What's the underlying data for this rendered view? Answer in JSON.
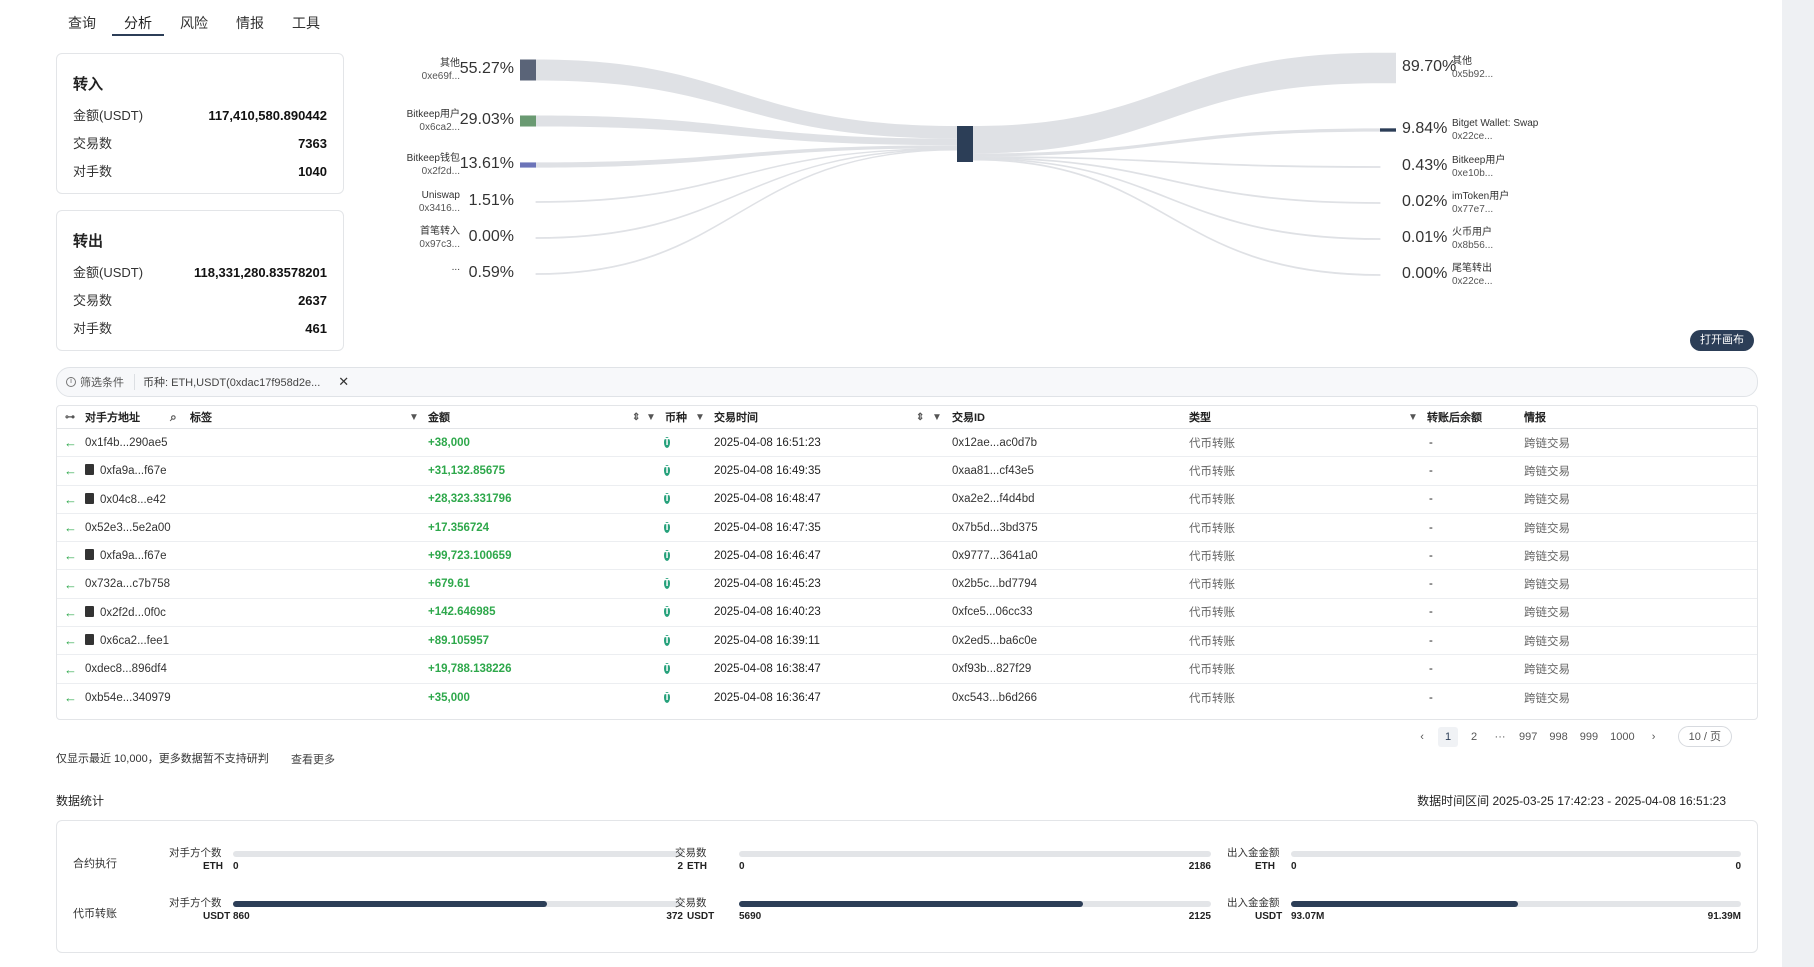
{
  "tabs": [
    "查询",
    "分析",
    "风险",
    "情报",
    "工具"
  ],
  "inbound": {
    "title": "转入",
    "rows": [
      {
        "k": "金额(USDT)",
        "v": "117,410,580.890442"
      },
      {
        "k": "交易数",
        "v": "7363"
      },
      {
        "k": "对手数",
        "v": "1040"
      }
    ]
  },
  "outbound": {
    "title": "转出",
    "rows": [
      {
        "k": "金额(USDT)",
        "v": "118,331,280.83578201"
      },
      {
        "k": "交易数",
        "v": "2637"
      },
      {
        "k": "对手数",
        "v": "461"
      }
    ]
  },
  "sankey": {
    "left": [
      {
        "name": "其他",
        "addr": "0xe69f...",
        "pct": "55.27%",
        "value": 55.27,
        "color": "#5a6478"
      },
      {
        "name": "Bitkeep用户",
        "addr": "0x6ca2...",
        "pct": "29.03%",
        "value": 29.03,
        "color": "#6a9a72"
      },
      {
        "name": "Bitkeep钱包",
        "addr": "0x2f2d...",
        "pct": "13.61%",
        "value": 13.61,
        "color": "#6c74b8"
      },
      {
        "name": "Uniswap",
        "addr": "0x3416...",
        "pct": "1.51%",
        "value": 1.51,
        "color": "#c33"
      },
      {
        "name": "首笔转入",
        "addr": "0x97c3...",
        "pct": "0.00%",
        "value": 0.0,
        "color": "#999"
      },
      {
        "name": "...",
        "addr": "",
        "pct": "0.59%",
        "value": 0.59,
        "color": "#999"
      }
    ],
    "right": [
      {
        "name": "其他",
        "addr": "0x5b92...",
        "pct": "89.70%",
        "value": 89.7,
        "color": "#dfe1e5"
      },
      {
        "name": "Bitget Wallet: Swap",
        "addr": "0x22ce...",
        "pct": "9.84%",
        "value": 9.84,
        "color": "#2c3e57"
      },
      {
        "name": "Bitkeep用户",
        "addr": "0xe10b...",
        "pct": "0.43%",
        "value": 0.43,
        "color": "#999"
      },
      {
        "name": "imToken用户",
        "addr": "0x77e7...",
        "pct": "0.02%",
        "value": 0.02,
        "color": "#999"
      },
      {
        "name": "火币用户",
        "addr": "0x8b56...",
        "pct": "0.01%",
        "value": 0.01,
        "color": "#999"
      },
      {
        "name": "尾笔转出",
        "addr": "0x22ce...",
        "pct": "0.00%",
        "value": 0.0,
        "color": "#999"
      }
    ]
  },
  "canvas_button": "打开画布",
  "filter": {
    "label": "筛选条件",
    "chip": "币种: ETH,USDT(0xdac17f958d2e..."
  },
  "table": {
    "headers": {
      "addr": "对手方地址",
      "tag": "标签",
      "amount": "金额",
      "coin": "币种",
      "time": "交易时间",
      "txid": "交易ID",
      "type": "类型",
      "balance": "转账后余额",
      "intel": "情报"
    },
    "rows": [
      {
        "addr": "0x1f4b...290ae5",
        "doc": false,
        "amount": "+38,000",
        "time": "2025-04-08 16:51:23",
        "txid": "0x12ae...ac0d7b",
        "type": "代币转账",
        "balance": "-",
        "intel": "跨链交易"
      },
      {
        "addr": "0xfa9a...f67e",
        "doc": true,
        "amount": "+31,132.85675",
        "time": "2025-04-08 16:49:35",
        "txid": "0xaa81...cf43e5",
        "type": "代币转账",
        "balance": "-",
        "intel": "跨链交易"
      },
      {
        "addr": "0x04c8...e42",
        "doc": true,
        "amount": "+28,323.331796",
        "time": "2025-04-08 16:48:47",
        "txid": "0xa2e2...f4d4bd",
        "type": "代币转账",
        "balance": "-",
        "intel": "跨链交易"
      },
      {
        "addr": "0x52e3...5e2a00",
        "doc": false,
        "amount": "+17.356724",
        "time": "2025-04-08 16:47:35",
        "txid": "0x7b5d...3bd375",
        "type": "代币转账",
        "balance": "-",
        "intel": "跨链交易"
      },
      {
        "addr": "0xfa9a...f67e",
        "doc": true,
        "amount": "+99,723.100659",
        "time": "2025-04-08 16:46:47",
        "txid": "0x9777...3641a0",
        "type": "代币转账",
        "balance": "-",
        "intel": "跨链交易"
      },
      {
        "addr": "0x732a...c7b758",
        "doc": false,
        "amount": "+679.61",
        "time": "2025-04-08 16:45:23",
        "txid": "0x2b5c...bd7794",
        "type": "代币转账",
        "balance": "-",
        "intel": "跨链交易"
      },
      {
        "addr": "0x2f2d...0f0c",
        "doc": true,
        "amount": "+142.646985",
        "time": "2025-04-08 16:40:23",
        "txid": "0xfce5...06cc33",
        "type": "代币转账",
        "balance": "-",
        "intel": "跨链交易"
      },
      {
        "addr": "0x6ca2...fee1",
        "doc": true,
        "amount": "+89.105957",
        "time": "2025-04-08 16:39:11",
        "txid": "0x2ed5...ba6c0e",
        "type": "代币转账",
        "balance": "-",
        "intel": "跨链交易"
      },
      {
        "addr": "0xdec8...896df4",
        "doc": false,
        "amount": "+19,788.138226",
        "time": "2025-04-08 16:38:47",
        "txid": "0xf93b...827f29",
        "type": "代币转账",
        "balance": "-",
        "intel": "跨链交易"
      },
      {
        "addr": "0xb54e...340979",
        "doc": false,
        "amount": "+35,000",
        "time": "2025-04-08 16:36:47",
        "txid": "0xc543...b6d266",
        "type": "代币转账",
        "balance": "-",
        "intel": "跨链交易"
      }
    ]
  },
  "pager": {
    "prev": "‹",
    "pages": [
      "1",
      "2",
      "···",
      "997",
      "998",
      "999",
      "1000"
    ],
    "next": "›",
    "size": "10 / 页"
  },
  "note": "仅显示最近 10,000，更多数据暂不支持研判",
  "more": "查看更多",
  "stats": {
    "title": "数据统计",
    "range": "数据时间区间 2025-03-25 17:42:23 - 2025-04-08 16:51:23",
    "rows": [
      {
        "label": "合约执行",
        "metrics": [
          {
            "title": "对手方个数",
            "coin": "ETH",
            "left": "0",
            "right": "2",
            "fill": 0
          },
          {
            "title": "交易数",
            "coin": "ETH",
            "left": "0",
            "right": "2186",
            "fill": 0
          },
          {
            "title": "出入金金额",
            "coin": "ETH",
            "left": "0",
            "right": "0",
            "fill": 0
          }
        ]
      },
      {
        "label": "代币转账",
        "metrics": [
          {
            "title": "对手方个数",
            "coin": "USDT",
            "left": "860",
            "right": "372",
            "fill": 0.698
          },
          {
            "title": "交易数",
            "coin": "USDT",
            "left": "5690",
            "right": "2125",
            "fill": 0.728
          },
          {
            "title": "出入金金额",
            "coin": "USDT",
            "left": "93.07M",
            "right": "91.39M",
            "fill": 0.505
          }
        ]
      }
    ]
  }
}
